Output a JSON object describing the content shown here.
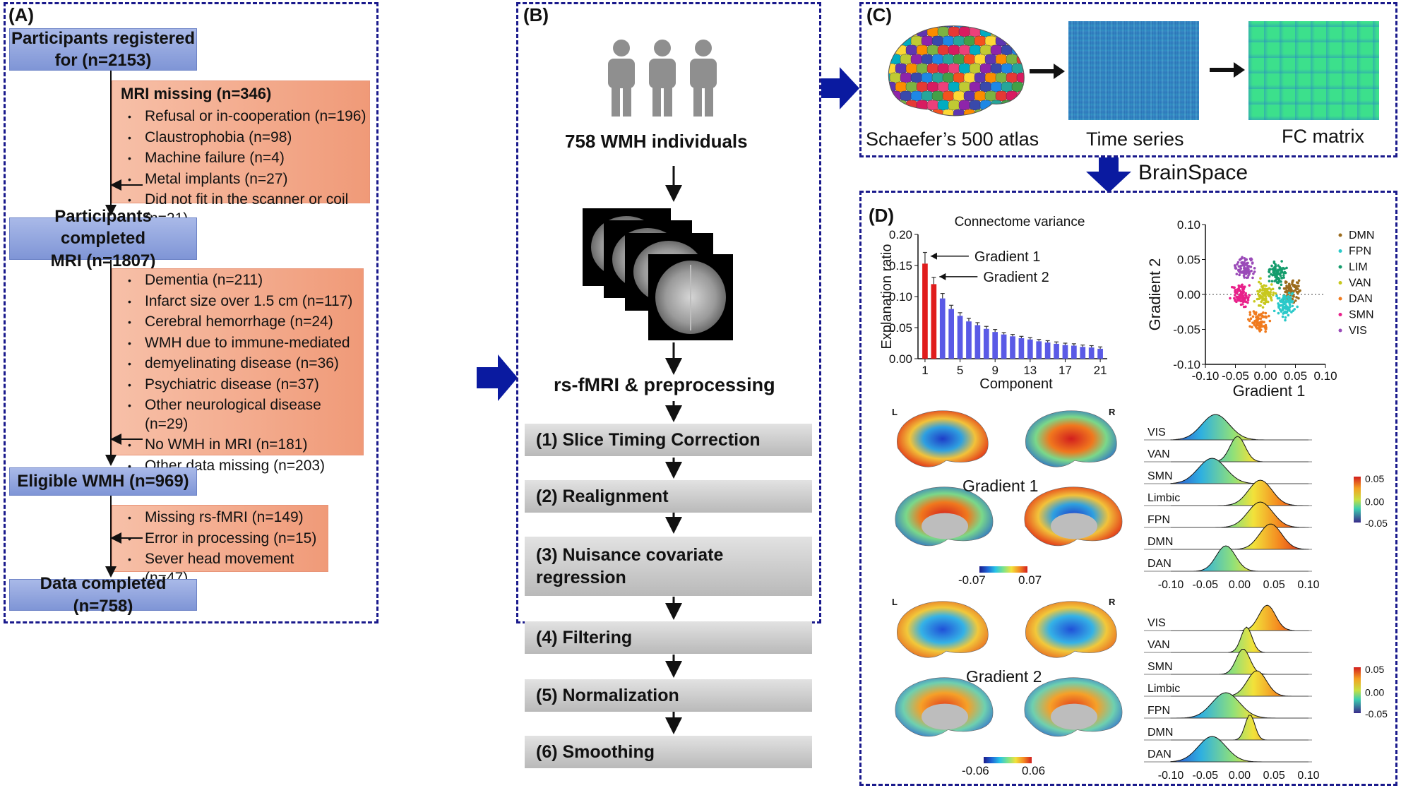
{
  "panel_a": {
    "label": "(A)",
    "box1": [
      "Participants registered",
      "for  (n=2153)"
    ],
    "excl1": {
      "title": "MRI missing (n=346)",
      "items": [
        "Refusal or in-cooperation (n=196)",
        "Claustrophobia (n=98)",
        "Machine failure (n=4)",
        "Metal implants (n=27)",
        "Did not fit in the scanner or coil (n=21)"
      ]
    },
    "box2": [
      "Participants completed",
      "MRI (n=1807)"
    ],
    "excl2": {
      "items": [
        "Dementia (n=211)",
        "Infarct size over 1.5 cm (n=117)",
        "Cerebral hemorrhage (n=24)",
        "WMH due to immune-mediated",
        "demyelinating disease (n=36)",
        "Psychiatric disease (n=37)",
        "Other neurological disease (n=29)",
        "No WMH in MRI (n=181)",
        "Other data missing (n=203)"
      ]
    },
    "box3": "Eligible WMH (n=969)",
    "excl3": {
      "items": [
        "Missing rs-fMRI (n=149)",
        "Error in processing (n=15)",
        "Sever head movement (n=47)"
      ]
    },
    "box4": "Data completed (n=758)"
  },
  "panel_b": {
    "label": "(B)",
    "individuals": "758 WMH individuals",
    "preproc": "rs-fMRI & preprocessing",
    "steps": [
      "(1) Slice Timing Correction",
      "(2) Realignment",
      "(3) Nuisance covariate",
      "regression",
      "(4) Filtering",
      "(5) Normalization",
      "(6) Smoothing"
    ]
  },
  "panel_c": {
    "label": "(C)",
    "atlas": "Schaefer’s 500 atlas",
    "timeseries": "Time series",
    "fc": "FC matrix",
    "tool": "BrainSpace"
  },
  "panel_d": {
    "label": "(D)",
    "g1_label": "Gradient 1",
    "g2_label": "Gradient 2",
    "L": "L",
    "R": "R",
    "cb1": [
      "-0.07",
      "0.07"
    ],
    "cb2": [
      "-0.06",
      "0.06"
    ],
    "ridge_labels": [
      "VIS",
      "VAN",
      "SMN",
      "Limbic",
      "FPN",
      "DMN",
      "DAN"
    ],
    "ridge_ticks": [
      "-0.10",
      "-0.05",
      "0.00",
      "0.05",
      "0.10"
    ],
    "ridge_cb": [
      "0.05",
      "0.00",
      "-0.05"
    ]
  },
  "chart_data": [
    {
      "type": "bar",
      "title": "Connectome variance",
      "xlabel": "Component",
      "ylabel": "Explanation ratio",
      "ylim": [
        0,
        0.2
      ],
      "yticks": [
        "0.00",
        "0.05",
        "0.10",
        "0.15",
        "0.20"
      ],
      "xticks": [
        "1",
        "5",
        "9",
        "13",
        "17",
        "21"
      ],
      "categories": [
        1,
        2,
        3,
        4,
        5,
        6,
        7,
        8,
        9,
        10,
        11,
        12,
        13,
        14,
        15,
        16,
        17,
        18,
        19,
        20,
        21
      ],
      "values": [
        0.153,
        0.12,
        0.097,
        0.08,
        0.069,
        0.06,
        0.054,
        0.048,
        0.043,
        0.039,
        0.036,
        0.033,
        0.031,
        0.028,
        0.026,
        0.024,
        0.022,
        0.021,
        0.019,
        0.018,
        0.016
      ],
      "errors": [
        0.018,
        0.011,
        0.008,
        0.006,
        0.005,
        0.005,
        0.004,
        0.004,
        0.004,
        0.003,
        0.003,
        0.003,
        0.003,
        0.003,
        0.003,
        0.003,
        0.003,
        0.003,
        0.003,
        0.003,
        0.003
      ],
      "highlight_colors": [
        "#e01c1c",
        "#e01c1c"
      ],
      "default_color": "#5a5ae6",
      "annotations": [
        "Gradient 1",
        "Gradient 2"
      ]
    },
    {
      "type": "scatter",
      "xlabel": "Gradient 1",
      "ylabel": "Gradient 2",
      "xlim": [
        -0.1,
        0.1
      ],
      "ylim": [
        -0.1,
        0.1
      ],
      "xticks": [
        "-0.10",
        "-0.05",
        "0.00",
        "0.05",
        "0.10"
      ],
      "yticks": [
        "-0.10",
        "-0.05",
        "0.00",
        "0.05",
        "0.10"
      ],
      "legend_position": "right",
      "series": [
        {
          "name": "DMN",
          "color": "#9b6b1c",
          "cx": 0.045,
          "cy": 0.005
        },
        {
          "name": "FPN",
          "color": "#2ac9c9",
          "cx": 0.035,
          "cy": -0.015
        },
        {
          "name": "LIM",
          "color": "#159c6c",
          "cx": 0.02,
          "cy": 0.03
        },
        {
          "name": "VAN",
          "color": "#c8c81e",
          "cx": 0.0,
          "cy": 0.0
        },
        {
          "name": "DAN",
          "color": "#f07a1e",
          "cx": -0.01,
          "cy": -0.04
        },
        {
          "name": "SMN",
          "color": "#e8208a",
          "cx": -0.04,
          "cy": 0.0
        },
        {
          "name": "VIS",
          "color": "#9a4ab8",
          "cx": -0.035,
          "cy": 0.04
        }
      ]
    }
  ]
}
